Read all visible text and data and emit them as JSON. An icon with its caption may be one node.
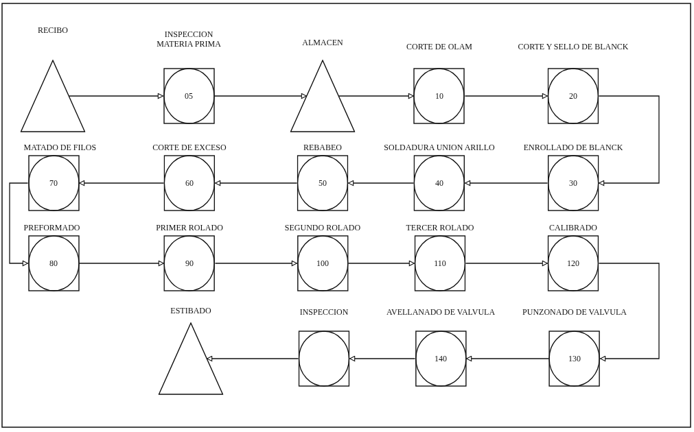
{
  "diagram": {
    "nodes": [
      {
        "text": [
          "RECIBO"
        ]
      },
      {
        "text": [
          "INSPECCION MATERIA PRIMA",
          "05"
        ]
      },
      {
        "text": [
          "ALMACEN"
        ]
      },
      {
        "text": [
          "CORTE DE OLAM",
          "10"
        ]
      },
      {
        "text": [
          "CORTE Y SELLO DE BLANCK",
          "20"
        ]
      },
      {
        "text": [
          "MATADO DE FILOS",
          "70"
        ]
      },
      {
        "text": [
          "CORTE DE EXCESO",
          "60"
        ]
      },
      {
        "text": [
          "REBABEO",
          "50"
        ]
      },
      {
        "text": [
          "SOLDADURA UNION ARILLO",
          "40"
        ]
      },
      {
        "text": [
          "ENROLLADO DE BLANCK",
          "30"
        ]
      },
      {
        "text": [
          "PREFORMADO",
          "80"
        ]
      },
      {
        "text": [
          "PRIMER ROLADO",
          "90"
        ]
      },
      {
        "text": [
          "SEGUNDO ROLADO",
          "100"
        ]
      },
      {
        "text": [
          "TERCER ROLADO",
          "110"
        ]
      },
      {
        "text": [
          "CALIBRADO",
          "120"
        ]
      },
      {
        "text": [
          "ESTIBADO"
        ]
      },
      {
        "text": [
          "INSPECCION"
        ]
      },
      {
        "text": [
          "AVELLANADO DE VALVULA",
          "140"
        ]
      },
      {
        "text": [
          "PUNZONADO DE VALVULA",
          "130"
        ]
      }
    ],
    "edges": [
      {
        "from": 0,
        "to": 1,
        "arrow": "to"
      },
      {
        "from": 1,
        "to": 2,
        "arrow": "to"
      },
      {
        "from": 2,
        "to": 3,
        "arrow": "to"
      },
      {
        "from": 3,
        "to": 4,
        "arrow": "to"
      },
      {
        "from": 4,
        "to": 9,
        "arrow": "to"
      },
      {
        "from": 9,
        "to": 8,
        "arrow": "to"
      },
      {
        "from": 8,
        "to": 7,
        "arrow": "to"
      },
      {
        "from": 7,
        "to": 6,
        "arrow": "to"
      },
      {
        "from": 6,
        "to": 5,
        "arrow": "to"
      },
      {
        "from": 5,
        "to": 10,
        "arrow": "to"
      },
      {
        "from": 10,
        "to": 11,
        "arrow": "to"
      },
      {
        "from": 11,
        "to": 12,
        "arrow": "to"
      },
      {
        "from": 12,
        "to": 13,
        "arrow": "to"
      },
      {
        "from": 13,
        "to": 14,
        "arrow": "to"
      },
      {
        "from": 14,
        "to": 18,
        "arrow": "to"
      },
      {
        "from": 18,
        "to": 17,
        "arrow": "to"
      },
      {
        "from": 17,
        "to": 16,
        "arrow": "to"
      },
      {
        "from": 16,
        "to": 15,
        "arrow": "to"
      }
    ]
  }
}
